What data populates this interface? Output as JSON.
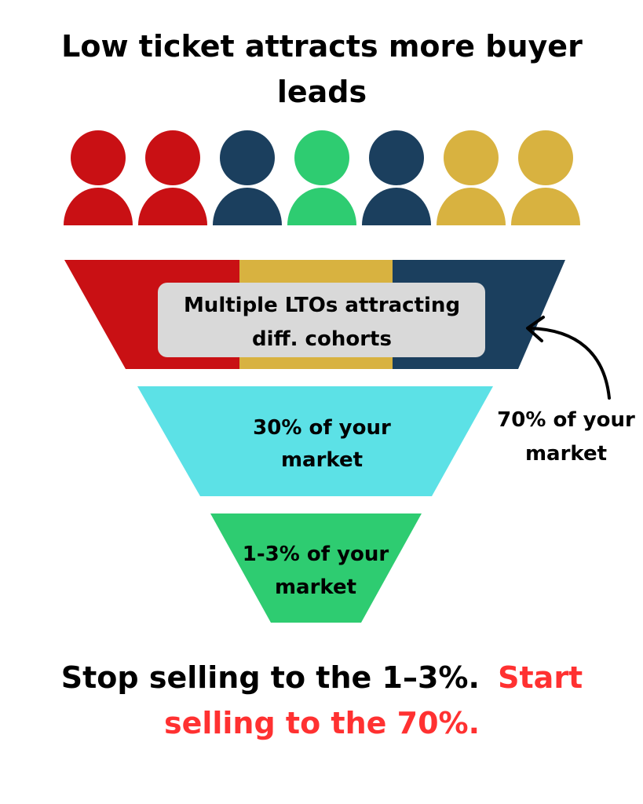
{
  "title": {
    "line1": "Low ticket attracts more buyer",
    "line2": "leads"
  },
  "people_colors": [
    "#C91014",
    "#C91014",
    "#1B3F5E",
    "#2ECC71",
    "#1B3F5E",
    "#D8B240",
    "#D8B240"
  ],
  "funnel": {
    "top": {
      "label_line1": "Multiple LTOs attracting",
      "label_line2": "diff. cohorts",
      "colors": [
        "#C91014",
        "#D8B240",
        "#1B3F5E"
      ],
      "label_bg": "#D9D9D9"
    },
    "middle": {
      "label_line1": "30% of your",
      "label_line2": "market",
      "color": "#5CE1E6"
    },
    "bottom": {
      "label_line1": "1-3% of your",
      "label_line2": "market",
      "color": "#2ECC71"
    }
  },
  "annotation": {
    "line1": "70% of your",
    "line2": "market"
  },
  "footer": {
    "black_part": "Stop selling to the 1–3%.",
    "red_part_1": "Start",
    "red_part_2": "selling to the 70%.",
    "red_color": "#FF3131"
  }
}
